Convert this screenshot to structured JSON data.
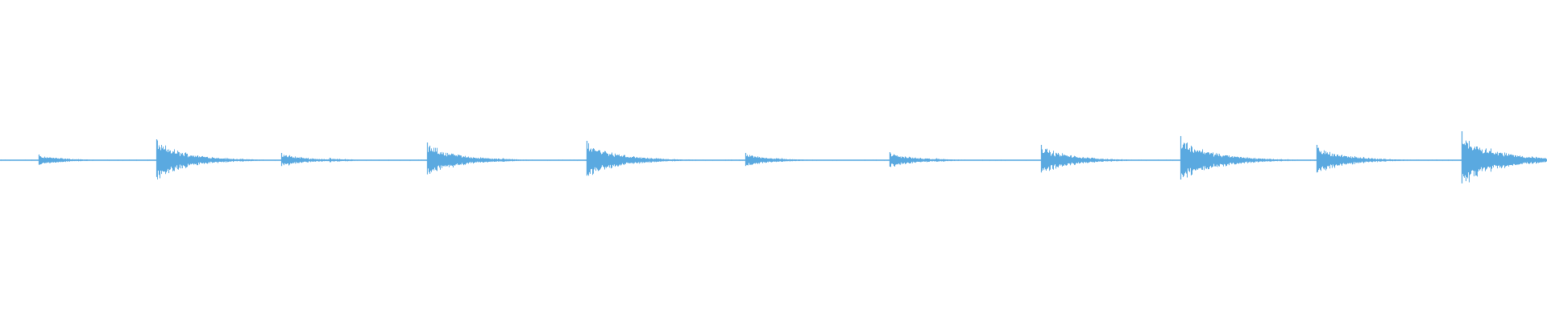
{
  "waveform": {
    "color": "#5aa9e0",
    "background": "#ffffff",
    "duration_units": 1.0,
    "onsets": [
      {
        "t": 0.025,
        "amp": 0.035
      },
      {
        "t": 0.101,
        "amp": 0.13
      },
      {
        "t": 0.182,
        "amp": 0.045
      },
      {
        "t": 0.213,
        "amp": 0.015
      },
      {
        "t": 0.276,
        "amp": 0.11
      },
      {
        "t": 0.325,
        "amp": 0.012
      },
      {
        "t": 0.379,
        "amp": 0.12
      },
      {
        "t": 0.482,
        "amp": 0.045
      },
      {
        "t": 0.505,
        "amp": 0.012
      },
      {
        "t": 0.575,
        "amp": 0.05
      },
      {
        "t": 0.605,
        "amp": 0.012
      },
      {
        "t": 0.673,
        "amp": 0.095
      },
      {
        "t": 0.763,
        "amp": 0.15
      },
      {
        "t": 0.851,
        "amp": 0.095
      },
      {
        "t": 0.881,
        "amp": 0.02
      },
      {
        "t": 0.945,
        "amp": 0.18
      },
      {
        "t": 0.967,
        "amp": 0.015
      }
    ]
  }
}
